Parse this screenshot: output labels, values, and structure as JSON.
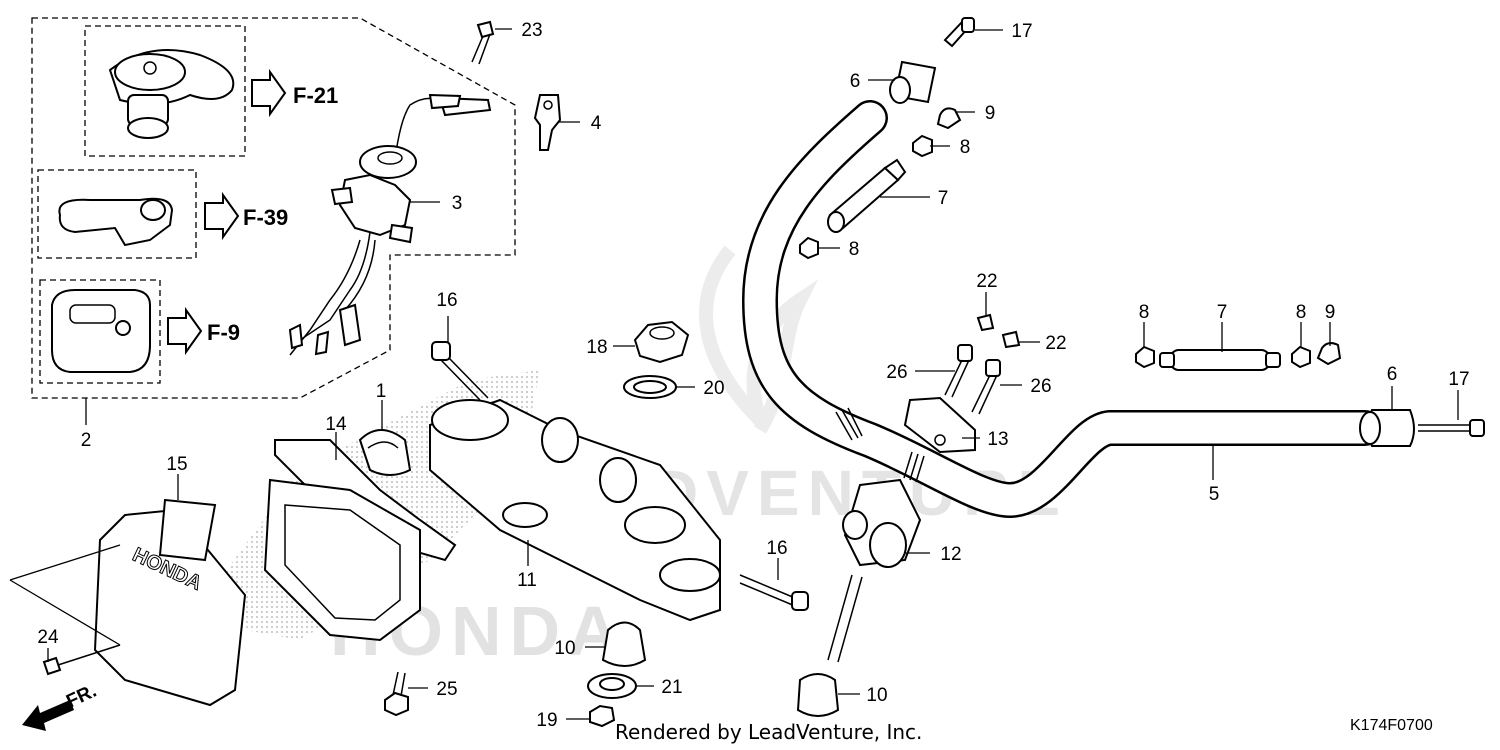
{
  "callouts": [
    {
      "id": "c1",
      "label": "1"
    },
    {
      "id": "c2",
      "label": "2"
    },
    {
      "id": "c3",
      "label": "3"
    },
    {
      "id": "c4",
      "label": "4"
    },
    {
      "id": "c5",
      "label": "5"
    },
    {
      "id": "c6a",
      "label": "6"
    },
    {
      "id": "c6b",
      "label": "6"
    },
    {
      "id": "c7a",
      "label": "7"
    },
    {
      "id": "c7b",
      "label": "7"
    },
    {
      "id": "c8a",
      "label": "8"
    },
    {
      "id": "c8b",
      "label": "8"
    },
    {
      "id": "c8c",
      "label": "8"
    },
    {
      "id": "c8d",
      "label": "8"
    },
    {
      "id": "c9a",
      "label": "9"
    },
    {
      "id": "c9b",
      "label": "9"
    },
    {
      "id": "c10a",
      "label": "10"
    },
    {
      "id": "c10b",
      "label": "10"
    },
    {
      "id": "c11",
      "label": "11"
    },
    {
      "id": "c12",
      "label": "12"
    },
    {
      "id": "c13",
      "label": "13"
    },
    {
      "id": "c14",
      "label": "14"
    },
    {
      "id": "c15",
      "label": "15"
    },
    {
      "id": "c16a",
      "label": "16"
    },
    {
      "id": "c16b",
      "label": "16"
    },
    {
      "id": "c17a",
      "label": "17"
    },
    {
      "id": "c17b",
      "label": "17"
    },
    {
      "id": "c18",
      "label": "18"
    },
    {
      "id": "c19",
      "label": "19"
    },
    {
      "id": "c20",
      "label": "20"
    },
    {
      "id": "c21",
      "label": "21"
    },
    {
      "id": "c22a",
      "label": "22"
    },
    {
      "id": "c22b",
      "label": "22"
    },
    {
      "id": "c23",
      "label": "23"
    },
    {
      "id": "c24",
      "label": "24"
    },
    {
      "id": "c25",
      "label": "25"
    },
    {
      "id": "c26a",
      "label": "26"
    },
    {
      "id": "c26b",
      "label": "26"
    }
  ],
  "references": {
    "f21": "F-21",
    "f39": "F-39",
    "f9": "F-9"
  },
  "front_label": "FR.",
  "cover_marking": "HONDA",
  "watermark": {
    "text": "LEADVENTURE",
    "logo_text": "HONDA"
  },
  "footer": {
    "rendered_by": "Rendered by LeadVenture, Inc.",
    "diagram_code": "K174F0700"
  }
}
